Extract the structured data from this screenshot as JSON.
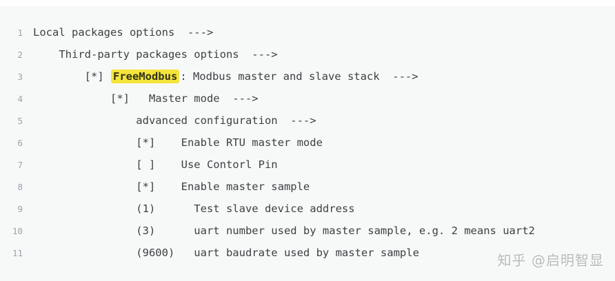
{
  "panel": {
    "background": "#f7f8f8",
    "text_color": "#3d4043",
    "line_number_color": "#9ba2ae"
  },
  "highlight": {
    "background": "#f4e53b",
    "text_color": "#33331a"
  },
  "code": {
    "lines": [
      {
        "n": "1",
        "segments": [
          {
            "t": "Local packages options  --->"
          }
        ]
      },
      {
        "n": "2",
        "segments": [
          {
            "t": "    Third-party packages options  --->"
          }
        ]
      },
      {
        "n": "3",
        "segments": [
          {
            "t": "        [*] "
          },
          {
            "t": "FreeModbus",
            "h": true
          },
          {
            "t": ": Modbus master and slave stack  --->"
          }
        ]
      },
      {
        "n": "4",
        "segments": [
          {
            "t": "            [*]   Master mode  --->"
          }
        ]
      },
      {
        "n": "5",
        "segments": [
          {
            "t": "                advanced configuration  --->"
          }
        ]
      },
      {
        "n": "6",
        "segments": [
          {
            "t": "                [*]    Enable RTU master mode"
          }
        ]
      },
      {
        "n": "7",
        "segments": [
          {
            "t": "                [ ]    Use Contorl Pin"
          }
        ]
      },
      {
        "n": "8",
        "segments": [
          {
            "t": "                [*]    Enable master sample"
          }
        ]
      },
      {
        "n": "9",
        "segments": [
          {
            "t": "                (1)      Test slave device address"
          }
        ]
      },
      {
        "n": "10",
        "segments": [
          {
            "t": "                (3)      uart number used by master sample, e.g. 2 means uart2"
          }
        ]
      },
      {
        "n": "11",
        "segments": [
          {
            "t": "                (9600)   uart baudrate used by master sample"
          }
        ]
      }
    ]
  },
  "watermark": {
    "text": "知乎 @启明智显",
    "color": "#b5b9ba"
  }
}
